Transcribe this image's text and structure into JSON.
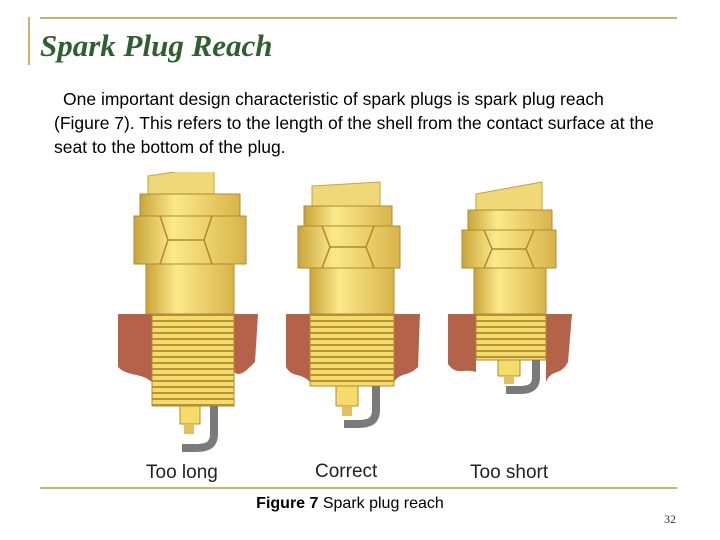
{
  "slide": {
    "title": "Spark Plug Reach",
    "body": "One important design characteristic of spark plugs is spark plug reach (Figure 7). This refers to the length of the shell from the contact surface at the seat to the bottom of the plug.",
    "figure": {
      "labels": [
        "Too long",
        "Correct",
        "Too short"
      ],
      "caption_bold": "Figure 7",
      "caption_text": " Spark plug reach"
    },
    "page_number": "32"
  },
  "colors": {
    "title": "#2f5f2f",
    "frame": "#c8b46a",
    "plug_body": "#f3dc6a",
    "plug_shadow": "#c9a53a",
    "cylinder_head": "#b5624a",
    "electrode": "#7a7a7a"
  }
}
